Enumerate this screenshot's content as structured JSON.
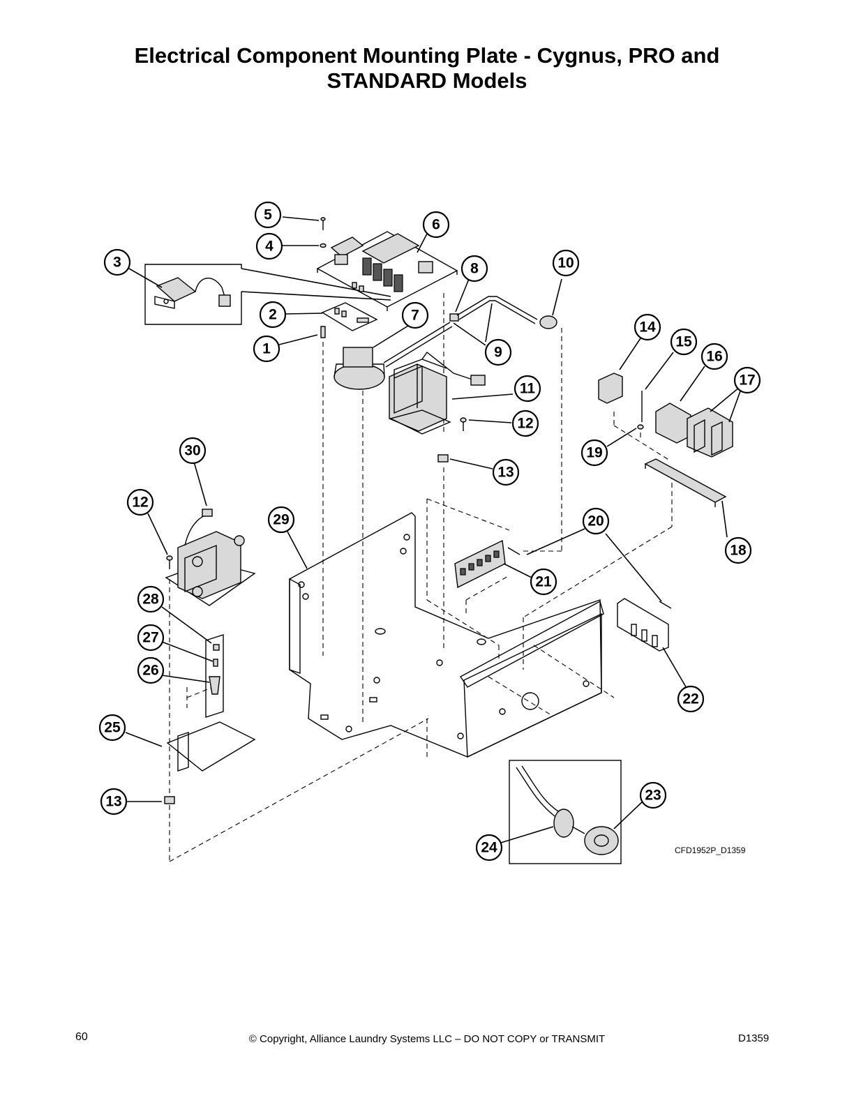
{
  "title": {
    "line1": "Electrical Component Mounting Plate - Cygnus, PRO and",
    "line2": "STANDARD Models"
  },
  "drawing_code": "CFD1952P_D1359",
  "callouts": [
    "1",
    "2",
    "3",
    "4",
    "5",
    "6",
    "7",
    "8",
    "9",
    "10",
    "11",
    "12",
    "13",
    "14",
    "15",
    "16",
    "17",
    "18",
    "19",
    "20",
    "21",
    "22",
    "23",
    "24",
    "25",
    "26",
    "27",
    "28",
    "29",
    "30"
  ],
  "footer": {
    "page_number": "60",
    "copyright": "© Copyright, Alliance Laundry Systems LLC – DO NOT COPY or TRANSMIT",
    "doc_code": "D1359"
  }
}
